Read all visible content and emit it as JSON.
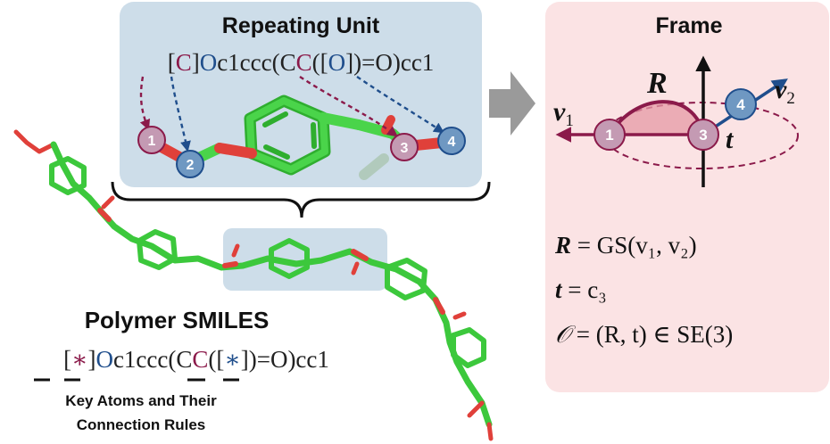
{
  "repeating_unit": {
    "title": "Repeating Unit",
    "smiles_parts": [
      {
        "text": "[",
        "color": "#222222"
      },
      {
        "text": "C",
        "color": "#8b1a4a"
      },
      {
        "text": "]",
        "color": "#222222"
      },
      {
        "text": "O",
        "color": "#1f4e8c"
      },
      {
        "text": "c1ccc(C",
        "color": "#222222"
      },
      {
        "text": "C",
        "color": "#8b1a4a"
      },
      {
        "text": "([",
        "color": "#222222"
      },
      {
        "text": "O",
        "color": "#1f4e8c"
      },
      {
        "text": "])=O)cc1",
        "color": "#222222"
      }
    ],
    "atom_labels": [
      "1",
      "2",
      "3",
      "4"
    ]
  },
  "frame": {
    "title": "Frame",
    "labels": {
      "R": "R",
      "v1": "v",
      "v1_sub": "1",
      "v2": "v",
      "v2_sub": "2",
      "t": "t"
    },
    "atom_labels": [
      "1",
      "3",
      "4"
    ],
    "equations": [
      {
        "lhs": "R",
        "rhs": " = GS(v₁, v₂)"
      },
      {
        "lhs": "t",
        "rhs": " = c₃"
      },
      {
        "lhs": "𝒪",
        "rhs": " = (R, t) ∈ SE(3)"
      }
    ]
  },
  "polymer": {
    "title": "Polymer SMILES",
    "smiles_parts": [
      {
        "text": "[",
        "color": "#222222"
      },
      {
        "text": "∗",
        "color": "#8b1a4a"
      },
      {
        "text": "]",
        "color": "#222222"
      },
      {
        "text": "O",
        "color": "#1f4e8c"
      },
      {
        "text": "c1ccc(C",
        "color": "#222222"
      },
      {
        "text": "C",
        "color": "#8b1a4a"
      },
      {
        "text": "([",
        "color": "#222222"
      },
      {
        "text": "∗",
        "color": "#1f4e8c"
      },
      {
        "text": "])=O)cc1",
        "color": "#222222"
      }
    ],
    "caption_line1": "Key Atoms and Their",
    "caption_line2": "Connection Rules"
  },
  "colors": {
    "key_atom_red": "#8b1a4a",
    "key_atom_blue": "#1f4e8c",
    "panel_blue": "#cddde9",
    "panel_pink": "#fbe3e4",
    "bond_green": "#39c539",
    "oxygen_red": "#e0403a",
    "arrow_gray": "#9a9a9a"
  },
  "icons": [
    "right-arrow-icon",
    "curly-brace-icon"
  ]
}
